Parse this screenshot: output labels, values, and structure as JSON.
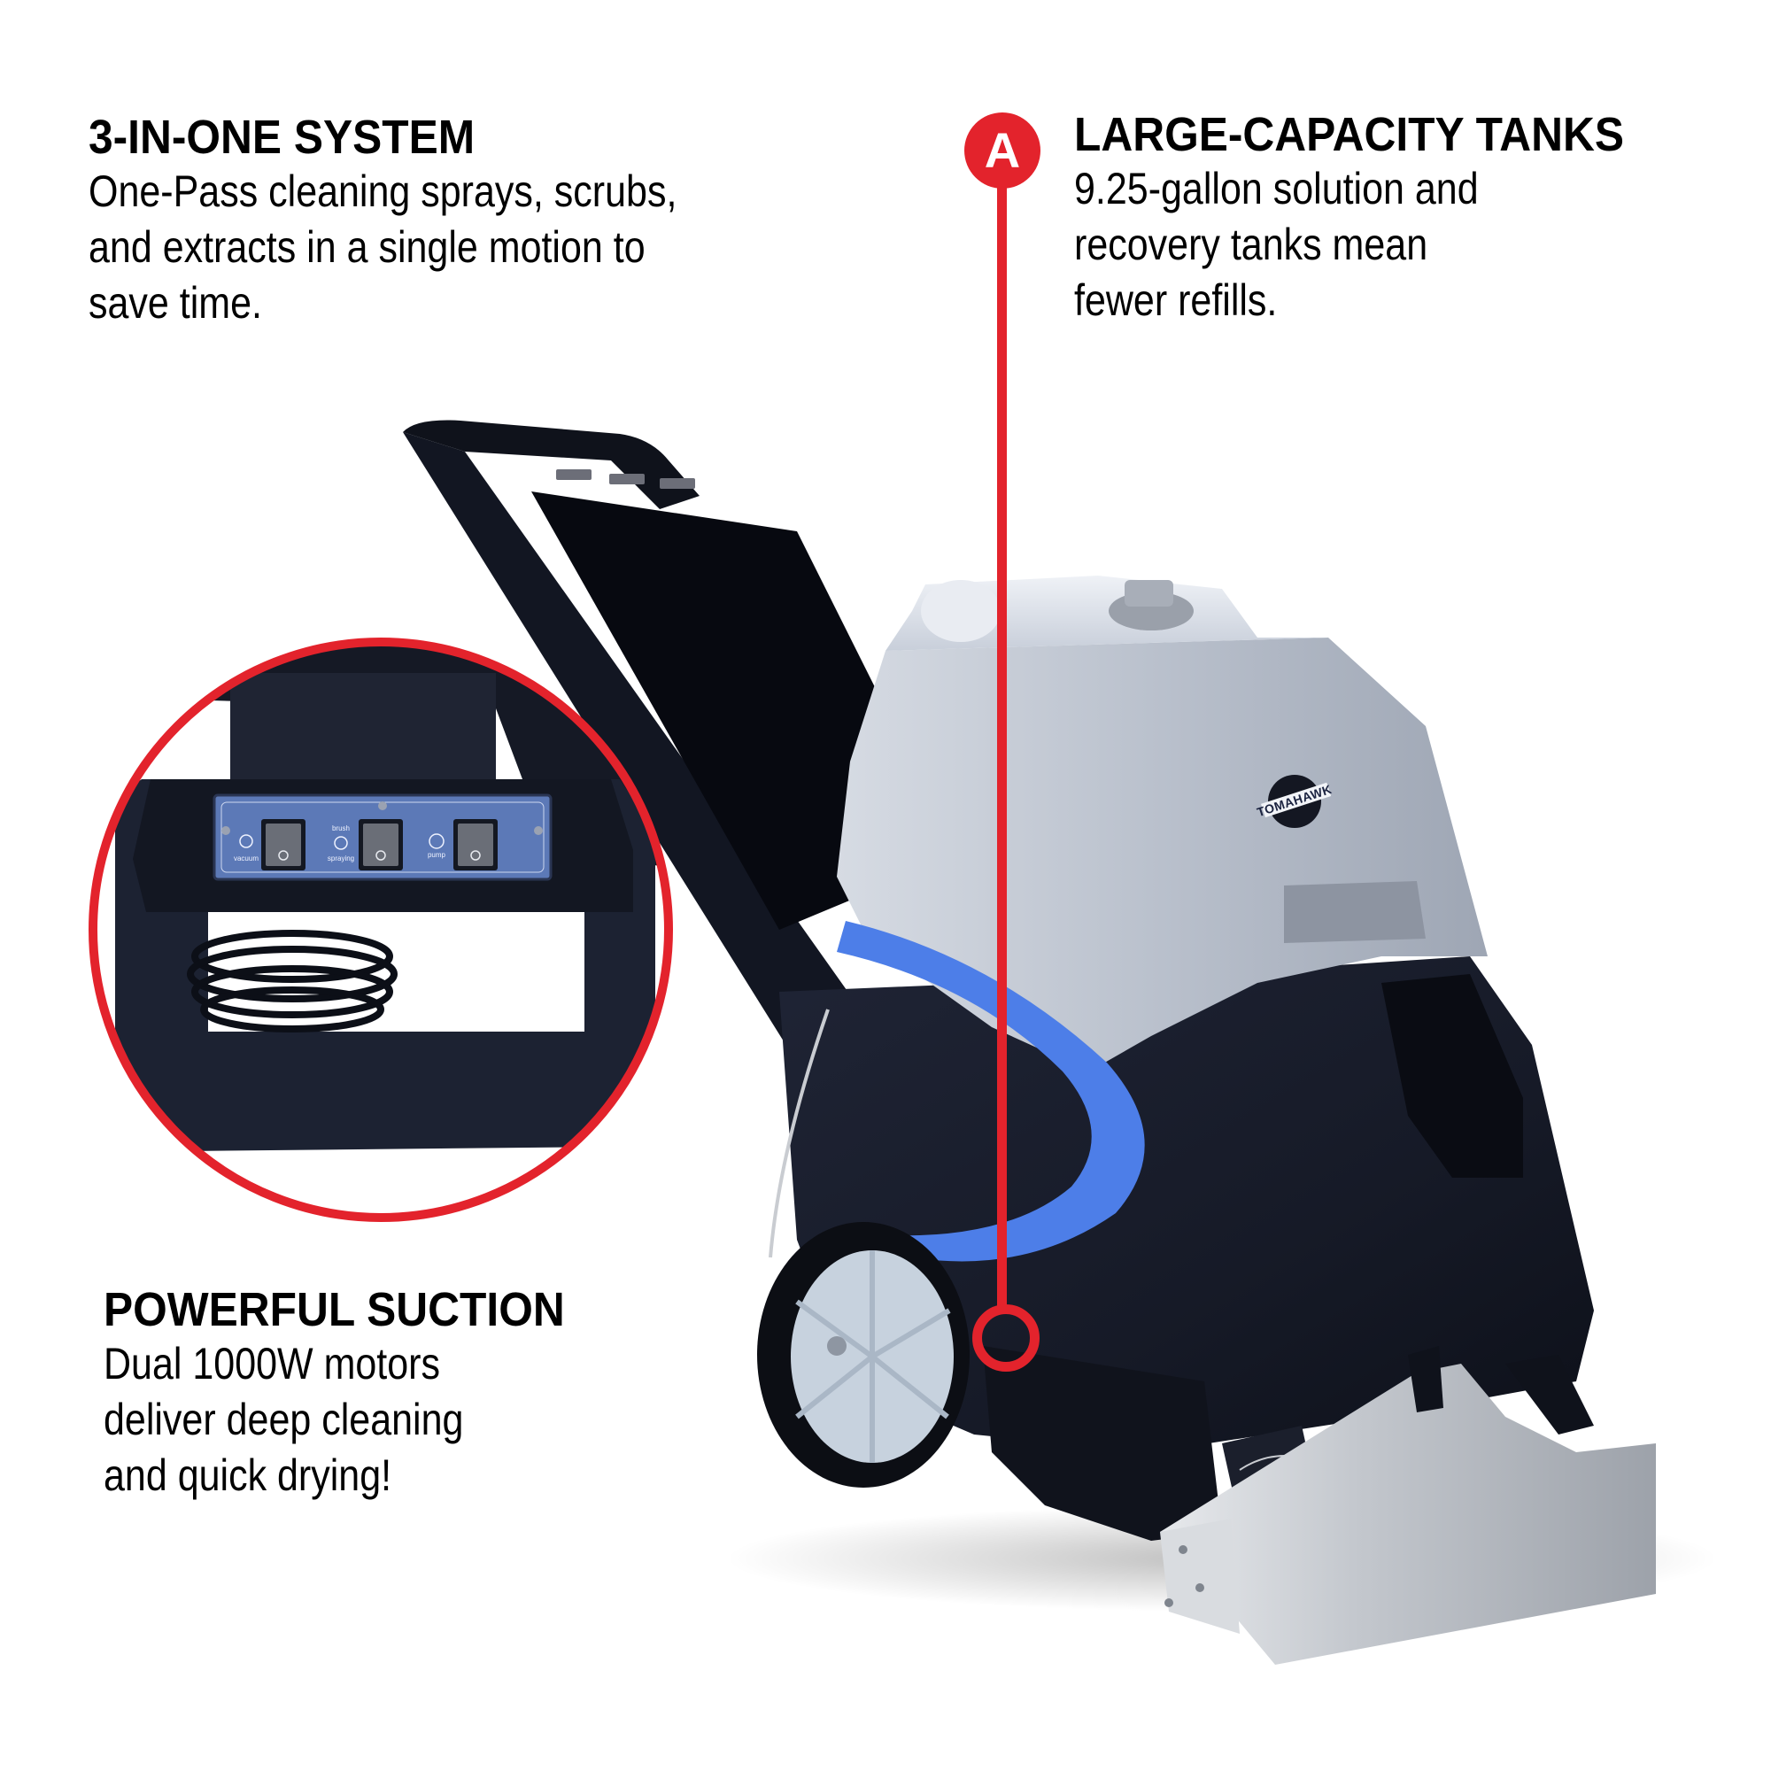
{
  "features": [
    {
      "id": "three-in-one",
      "title": "3-IN-ONE SYSTEM",
      "lines": [
        "One-Pass cleaning sprays, scrubs,",
        "and extracts in a single motion to",
        "save time."
      ]
    },
    {
      "id": "large-capacity-tanks",
      "marker": "A",
      "title": "LARGE-CAPACITY TANKS",
      "lines": [
        "9.25-gallon solution and",
        "recovery tanks mean",
        "fewer refills."
      ]
    },
    {
      "id": "powerful-suction",
      "title": "POWERFUL SUCTION",
      "lines": [
        "Dual 1000W motors",
        "deliver deep cleaning",
        "and quick drying!"
      ]
    }
  ],
  "product": {
    "brand": "TOMAHAWK",
    "control_panel": {
      "switches": [
        {
          "label": "vacuum",
          "icon": "vacuum-icon"
        },
        {
          "label": "brush spraying",
          "label_top": "brush",
          "label_bottom": "spraying",
          "icon": "brush-icon"
        },
        {
          "label": "pump",
          "icon": "pump-icon"
        }
      ]
    },
    "inset": "control-panel-closeup"
  },
  "colors": {
    "accent_red": "#e3232c",
    "machine_black": "#12151f",
    "tank_gray": "#b9c0cc",
    "stripe_blue": "#4d7ee8",
    "panel_blue": "#5c79b7",
    "steel": "#c9ccd1",
    "wheel_hub": "#c7d2de",
    "text": "#000000"
  }
}
